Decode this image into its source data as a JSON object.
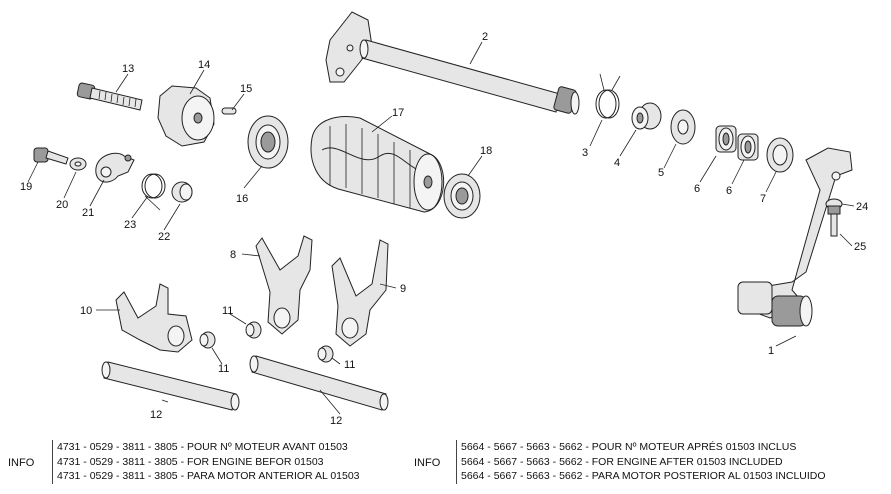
{
  "callouts": {
    "c1": "1",
    "c2": "2",
    "c3": "3",
    "c4": "4",
    "c5": "5",
    "c6a": "6",
    "c6b": "6",
    "c7": "7",
    "c8": "8",
    "c9": "9",
    "c10": "10",
    "c11a": "11",
    "c11b": "11",
    "c11c": "11",
    "c12a": "12",
    "c12b": "12",
    "c13": "13",
    "c14": "14",
    "c15": "15",
    "c16": "16",
    "c17": "17",
    "c18": "18",
    "c19": "19",
    "c20": "20",
    "c21": "21",
    "c22": "22",
    "c23": "23",
    "c24": "24",
    "c25": "25"
  },
  "info": {
    "left": {
      "label": "INFO",
      "lines": [
        "4731 - 0529 - 3811 - 3805 - POUR Nº MOTEUR AVANT 01503",
        "4731 - 0529 - 3811 - 3805 - FOR ENGINE BEFOR 01503",
        "4731 - 0529 - 3811 - 3805 - PARA MOTOR ANTERIOR AL 01503"
      ]
    },
    "right": {
      "label": "INFO",
      "lines": [
        "5664 - 5667 - 5663 - 5662 - POUR Nº MOTEUR APRÉS 01503 INCLUS",
        "5664 - 5667 - 5663 - 5662 - FOR ENGINE AFTER 01503 INCLUDED",
        "5664 - 5667 - 5663 - 5662 - PARA MOTOR POSTERIOR AL 01503 INCLUIDO"
      ]
    }
  }
}
